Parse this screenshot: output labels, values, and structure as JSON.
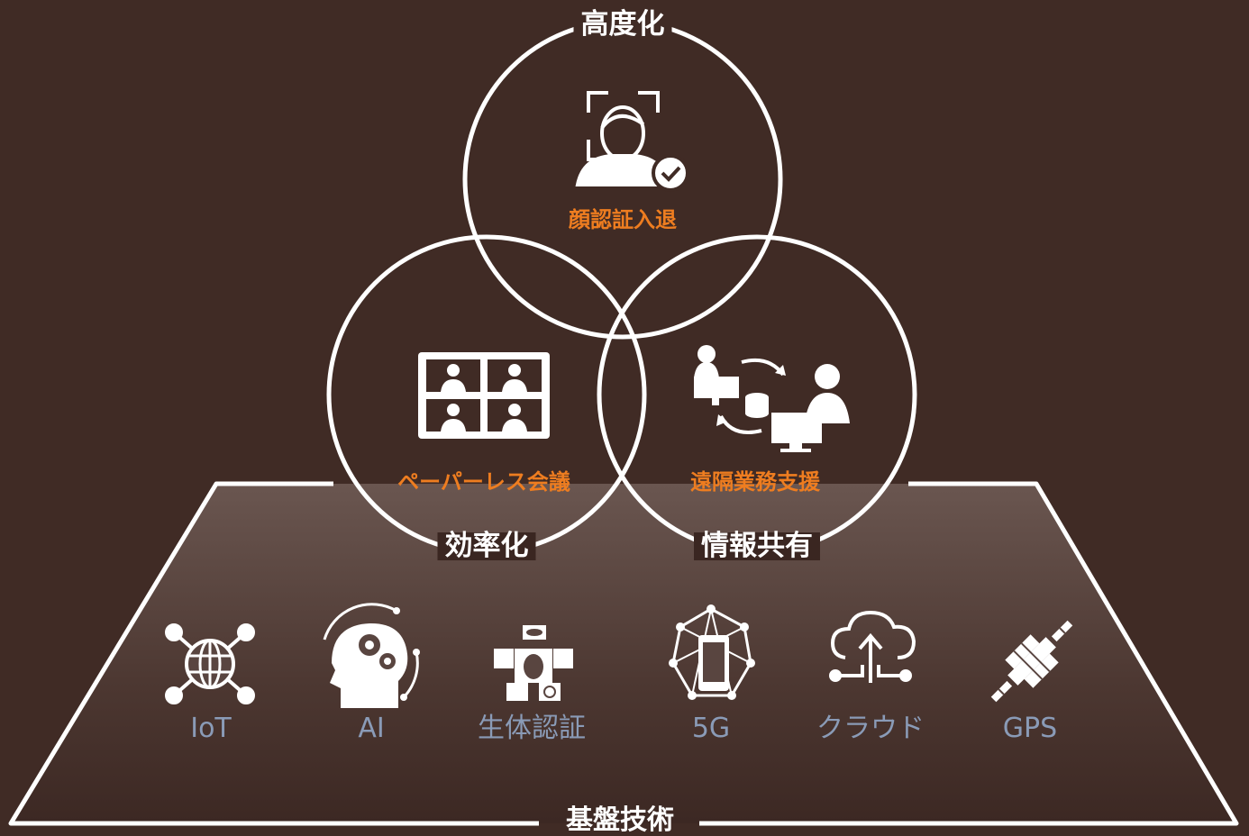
{
  "colors": {
    "background": "#402b25",
    "line": "#ffffff",
    "feature_text": "#ee7d20",
    "tech_text": "#8a9bb7",
    "tech_icon": "#ffffff"
  },
  "circles": {
    "top": {
      "caption": "高度化",
      "feature": "顔認証入退",
      "icon": "face-recognition-icon"
    },
    "left": {
      "caption": "効率化",
      "feature": "ペーパーレス会議",
      "icon": "video-conference-icon"
    },
    "right": {
      "caption": "情報共有",
      "feature": "遠隔業務支援",
      "icon": "remote-support-icon"
    }
  },
  "base": {
    "caption": "基盤技術",
    "technologies": [
      {
        "label": "IoT",
        "icon": "iot-network-icon"
      },
      {
        "label": "AI",
        "icon": "ai-head-gears-icon"
      },
      {
        "label": "生体認証",
        "icon": "biometrics-icon"
      },
      {
        "label": "5G",
        "icon": "5g-smartphone-icon"
      },
      {
        "label": "クラウド",
        "icon": "cloud-upload-icon"
      },
      {
        "label": "GPS",
        "icon": "satellite-icon"
      }
    ]
  }
}
